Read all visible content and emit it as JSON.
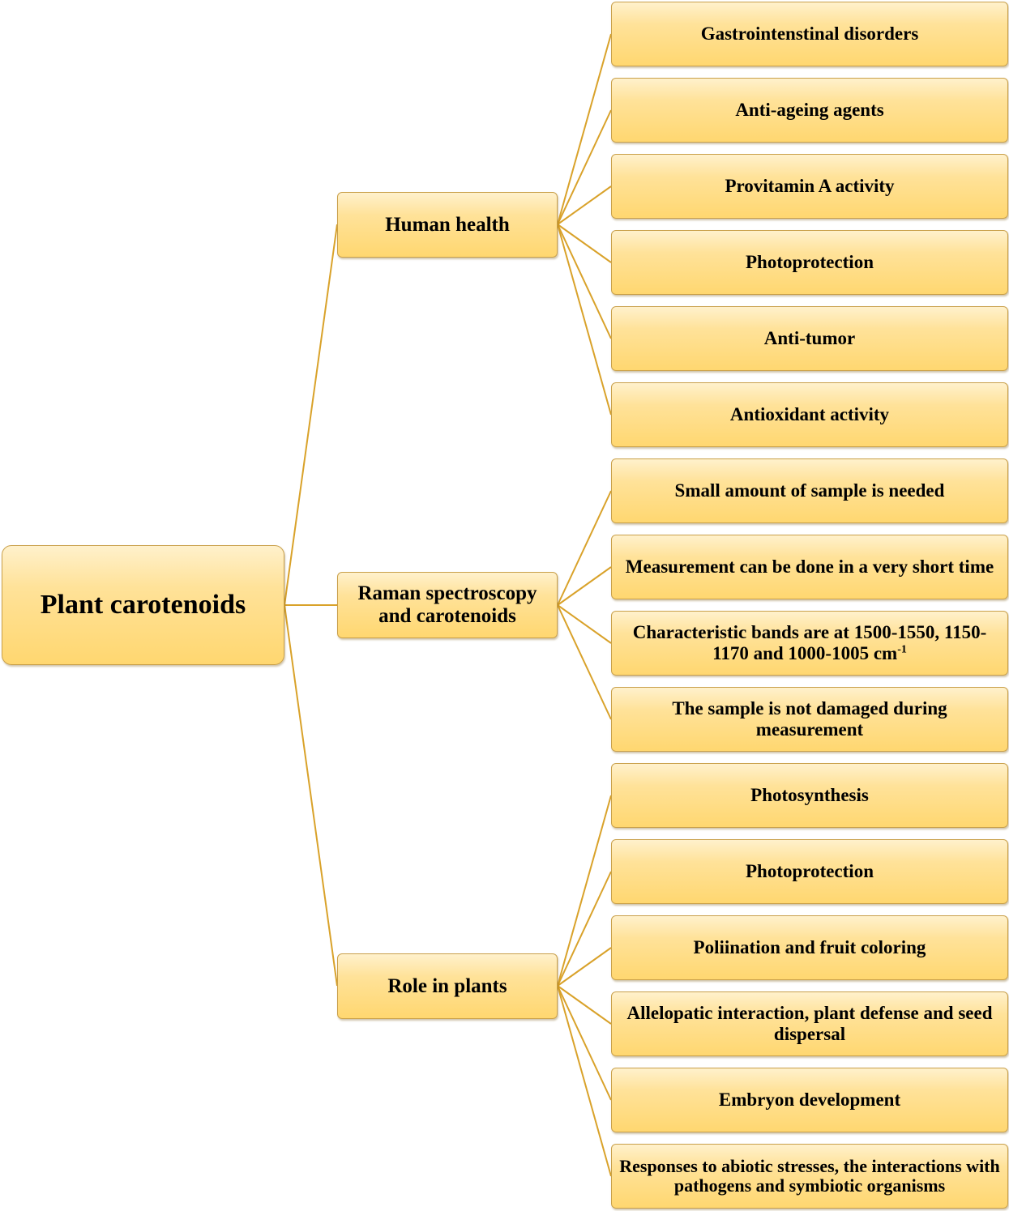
{
  "colors": {
    "connector": "#d9a22a",
    "box_fill_top": "#fff1cc",
    "box_fill_bottom": "#ffd770",
    "box_border": "#c9a04a"
  },
  "root": {
    "label": "Plant carotenoids"
  },
  "branches": [
    {
      "label": "Human health",
      "leaves": [
        "Gastrointenstinal disorders",
        "Anti-ageing agents",
        "Provitamin A activity",
        "Photoprotection",
        "Anti-tumor",
        "Antioxidant activity"
      ]
    },
    {
      "label": "Raman spectroscopy and carotenoids",
      "leaves": [
        "Small amount of sample is needed",
        "Measurement can be done in a very short time",
        "Characteristic bands are at 1500-1550, 1150-1170 and 1000-1005 cm",
        "The sample is not damaged during measurement"
      ],
      "unit_superscript": "-1"
    },
    {
      "label": "Role in plants",
      "leaves": [
        "Photosynthesis",
        "Photoprotection",
        "Poliination and fruit coloring",
        "Allelopatic interaction, plant defense and seed dispersal",
        "Embryon development",
        "Responses to abiotic stresses, the interactions with pathogens and symbiotic organisms"
      ]
    }
  ]
}
